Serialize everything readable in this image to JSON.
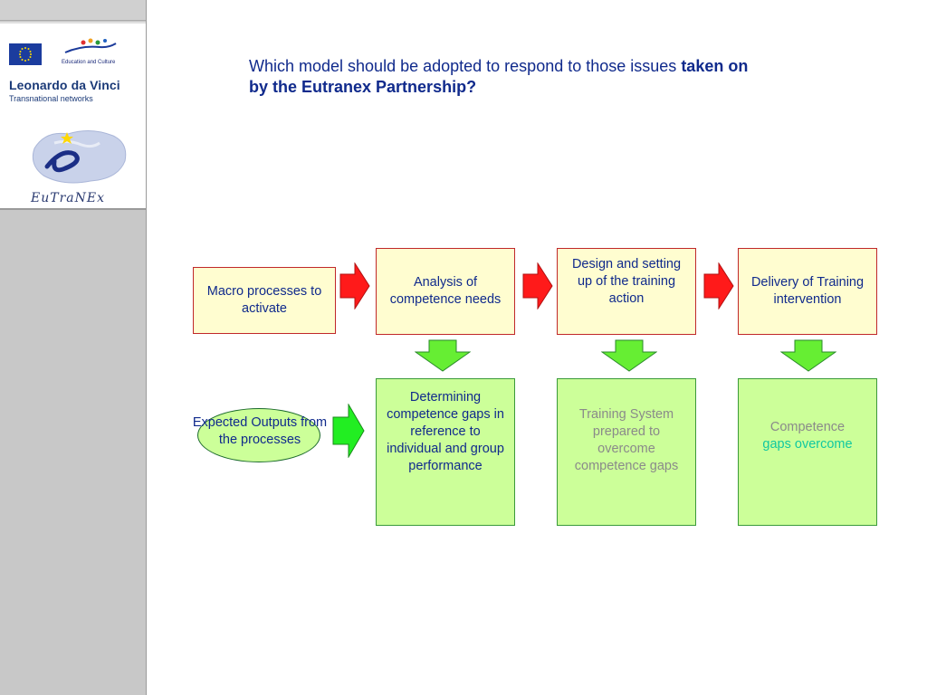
{
  "sidebar": {
    "logo": {
      "ec_label": "Education and Culture",
      "program_title": "Leonardo da Vinci",
      "program_subtitle": "Transnational networks",
      "project_name": "EuTraNEx"
    }
  },
  "title": {
    "normal": "Which model should be adopted to respond to those issues ",
    "bold": "taken on by the Eutranex Partnership?"
  },
  "diagram": {
    "row_label": "Macro processes to activate",
    "process_steps": [
      "Analysis of competence needs",
      "Design and setting up of the training action",
      "Delivery of Training intervention"
    ],
    "outputs_label": "Expected Outputs from the processes",
    "outputs": [
      "Determining competence gaps in reference to individual and group performance",
      "Training System prepared to overcome competence gaps"
    ],
    "final_output": {
      "line1": "Competence",
      "line2": "gaps overcome"
    }
  },
  "colors": {
    "process_box_fill": "#fffdd0",
    "process_box_border": "#c0282a",
    "output_box_fill": "#ccff99",
    "output_box_border": "#3a9a3a",
    "red_arrow": "#ff1a1a",
    "green_arrow": "#44ee22",
    "text_blue": "#102a8c"
  }
}
